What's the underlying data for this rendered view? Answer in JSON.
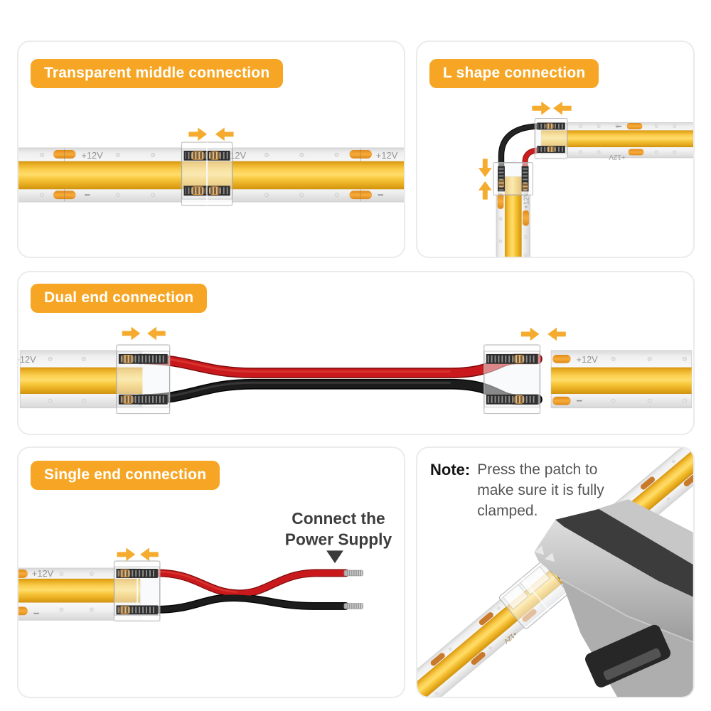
{
  "strip": {
    "plus": "+12V",
    "minus": "−"
  },
  "panel_transparent_middle": {
    "title": "Transparent middle connection"
  },
  "panel_l_shape": {
    "title": "L shape connection"
  },
  "panel_dual_end": {
    "title": "Dual end connection"
  },
  "panel_single_end": {
    "title": "Single end connection",
    "callout_line1": "Connect the",
    "callout_line2": "Power Supply"
  },
  "panel_note": {
    "label": "Note:",
    "line1": "Press the patch to",
    "line2": "make sure it is fully",
    "line3": "clamped."
  },
  "colors": {
    "badge_orange": "#F6A624",
    "arrow_orange": "#F5AB2E",
    "strip_yellow": "#F8C93E",
    "pad_orange": "#F0992C",
    "wire_red": "#C9191C",
    "wire_black": "#1C1C1C"
  }
}
